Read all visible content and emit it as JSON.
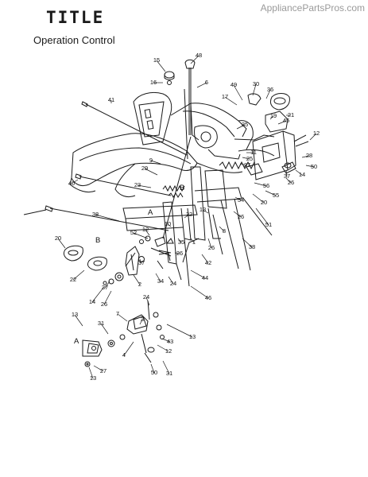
{
  "watermark": "AppliancePartsPros.com",
  "title": "TITLE",
  "subtitle": "Operation Control",
  "callouts": [
    {
      "id": "c48",
      "label": "48"
    },
    {
      "id": "c15",
      "label": "15"
    },
    {
      "id": "c16",
      "label": "16"
    },
    {
      "id": "c6",
      "label": "6"
    },
    {
      "id": "c49",
      "label": "49"
    },
    {
      "id": "c30",
      "label": "30"
    },
    {
      "id": "c36",
      "label": "36"
    },
    {
      "id": "c17",
      "label": "17"
    },
    {
      "id": "c41",
      "label": "41"
    },
    {
      "id": "c19",
      "label": "19"
    },
    {
      "id": "c21",
      "label": "21"
    },
    {
      "id": "c45",
      "label": "45"
    },
    {
      "id": "c35a",
      "label": "35"
    },
    {
      "id": "c12a",
      "label": "12"
    },
    {
      "id": "c11",
      "label": "11"
    },
    {
      "id": "c27a",
      "label": "27"
    },
    {
      "id": "c25",
      "label": "25"
    },
    {
      "id": "c28",
      "label": "28"
    },
    {
      "id": "c50a",
      "label": "50"
    },
    {
      "id": "c14a",
      "label": "14"
    },
    {
      "id": "c37a",
      "label": "37"
    },
    {
      "id": "c26a",
      "label": "26"
    },
    {
      "id": "c29",
      "label": "29"
    },
    {
      "id": "c9",
      "label": "9"
    },
    {
      "id": "c40",
      "label": "40"
    },
    {
      "id": "c23",
      "label": "23"
    },
    {
      "id": "c56",
      "label": "56"
    },
    {
      "id": "c55",
      "label": "55"
    },
    {
      "id": "c20a",
      "label": "20"
    },
    {
      "id": "c54",
      "label": "54"
    },
    {
      "id": "c38a",
      "label": "38"
    },
    {
      "id": "c13a",
      "label": "13"
    },
    {
      "id": "c32",
      "label": "32"
    },
    {
      "id": "c26b",
      "label": "26"
    },
    {
      "id": "c51",
      "label": "51"
    },
    {
      "id": "c10",
      "label": "10"
    },
    {
      "id": "c12b",
      "label": "12"
    },
    {
      "id": "c52",
      "label": "52"
    },
    {
      "id": "c35b",
      "label": "35"
    },
    {
      "id": "c1",
      "label": "1"
    },
    {
      "id": "c20b",
      "label": "20"
    },
    {
      "id": "c26c",
      "label": "26"
    },
    {
      "id": "c8",
      "label": "8"
    },
    {
      "id": "c42",
      "label": "42"
    },
    {
      "id": "c38b",
      "label": "38"
    },
    {
      "id": "c37b",
      "label": "37"
    },
    {
      "id": "c26d",
      "label": "26"
    },
    {
      "id": "c44",
      "label": "44"
    },
    {
      "id": "c22",
      "label": "22"
    },
    {
      "id": "c2",
      "label": "2"
    },
    {
      "id": "c34",
      "label": "34"
    },
    {
      "id": "c24a",
      "label": "24"
    },
    {
      "id": "c37c",
      "label": "37"
    },
    {
      "id": "c46",
      "label": "46"
    },
    {
      "id": "c14b",
      "label": "14"
    },
    {
      "id": "c26e",
      "label": "26"
    },
    {
      "id": "c24b",
      "label": "24"
    },
    {
      "id": "c13b",
      "label": "13"
    },
    {
      "id": "c31a",
      "label": "31"
    },
    {
      "id": "c7",
      "label": "7"
    },
    {
      "id": "c3",
      "label": "3"
    },
    {
      "id": "c13c",
      "label": "13"
    },
    {
      "id": "c43",
      "label": "43"
    },
    {
      "id": "c4",
      "label": "4"
    },
    {
      "id": "c12c",
      "label": "12"
    },
    {
      "id": "c27b",
      "label": "27"
    },
    {
      "id": "c50b",
      "label": "50"
    },
    {
      "id": "c31b",
      "label": "31"
    },
    {
      "id": "c13d",
      "label": "13"
    },
    {
      "id": "c38c",
      "label": "38"
    },
    {
      "id": "c26f",
      "label": "26"
    }
  ],
  "view_markers": [
    {
      "id": "vA1",
      "label": "A"
    },
    {
      "id": "vB1",
      "label": "B"
    },
    {
      "id": "vB2",
      "label": "B"
    },
    {
      "id": "vA2",
      "label": "A"
    }
  ]
}
